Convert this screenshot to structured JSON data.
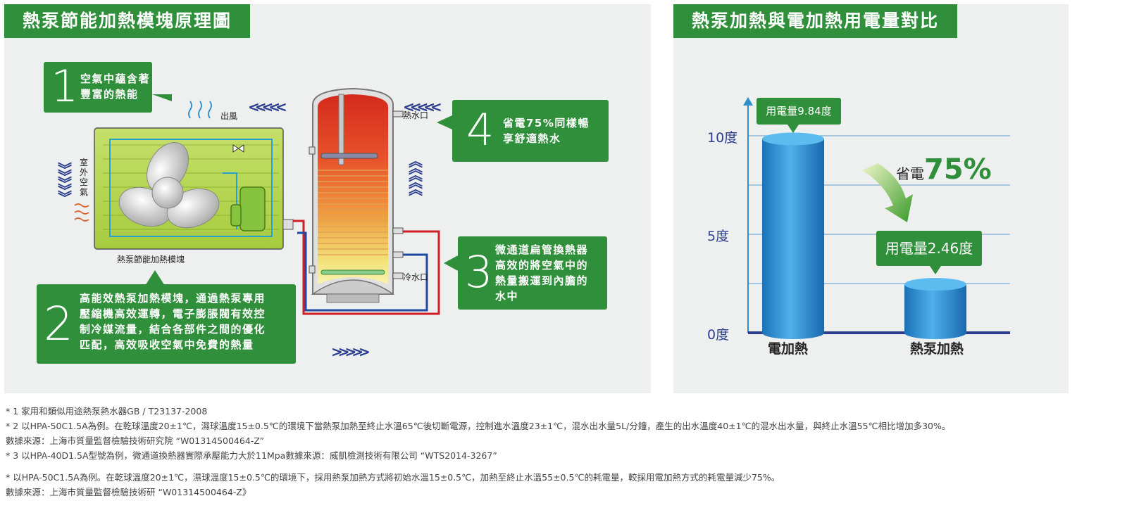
{
  "left": {
    "title": "熱泵節能加熱模塊原理圖",
    "callouts": [
      {
        "num": "1",
        "text": "空氣中蘊含著\n豐富的熱能"
      },
      {
        "num": "2",
        "text": "高能效熱泵加熱模塊，通過熱泵專用\n壓縮機高效運轉，電子膨脹閥有效控\n制冷媒流量，結合各部件之間的優化\n匹配，高效吸收空氣中免費的熱量"
      },
      {
        "num": "3",
        "text": "微通道扁管換熱器\n高效的將空氣中的\n熱量搬運到內膽的\n水中"
      },
      {
        "num": "4",
        "text": "省電75%同樣暢\n享舒適熱水"
      }
    ],
    "labels": {
      "outlet_air": "出風",
      "outdoor_air": "室外空氣",
      "module": "熱泵節能加熱模塊",
      "hot_water": "熱水口",
      "cold_water": "冷水口"
    }
  },
  "right": {
    "title": "熱泵加熱與電加熱用電量對比",
    "saving_prefix": "省電",
    "saving_value": "75%",
    "chart_data": {
      "type": "bar",
      "categories": [
        "電加熱",
        "熱泵加熱"
      ],
      "values": [
        9.84,
        2.46
      ],
      "value_labels": [
        "用電量9.84度",
        "用電量2.46度"
      ],
      "ytick_values": [
        0,
        5,
        10
      ],
      "ytick_labels": [
        "0度",
        "5度",
        "10度"
      ],
      "ylim": [
        0,
        12
      ],
      "grid": true,
      "bar_color": "#2b8fd6"
    }
  },
  "footnotes": [
    "* 1 家用和類似用途熱泵熱水器GB / T23137-2008",
    "* 2 以HPA-50C1.5A為例。在乾球溫度20±1℃，濕球溫度15±0.5℃的環境下當熱泵加熱至終止水溫65℃後切斷電源，控制進水溫度23±1℃，混水出水量5L/分鐘，產生的出水溫度40±1℃的混水出水量，與終止水溫55℃相比增加多30%。",
    "數據來源：上海市質量監督檢驗技術研究院 “W01314500464-Z”",
    "* 3 以HPA-40D1.5A型號為例，微通道換熱器實際承壓能力大於11Mpa數據來源：威凱檢測技術有限公司 “WTS2014-3267”",
    "* 以HPA-50C1.5A為例。在乾球溫度20±1℃，濕球溫度15±0.5℃的環境下，採用熱泵加熱方式將初始水溫15±0.5℃，加熱至終止水溫55±0.5℃的耗電量，較採用電加熱方式的耗電量減少75%。",
    "數據來源：上海市質量監督檢驗技術研 “W01314500464-Z》"
  ]
}
